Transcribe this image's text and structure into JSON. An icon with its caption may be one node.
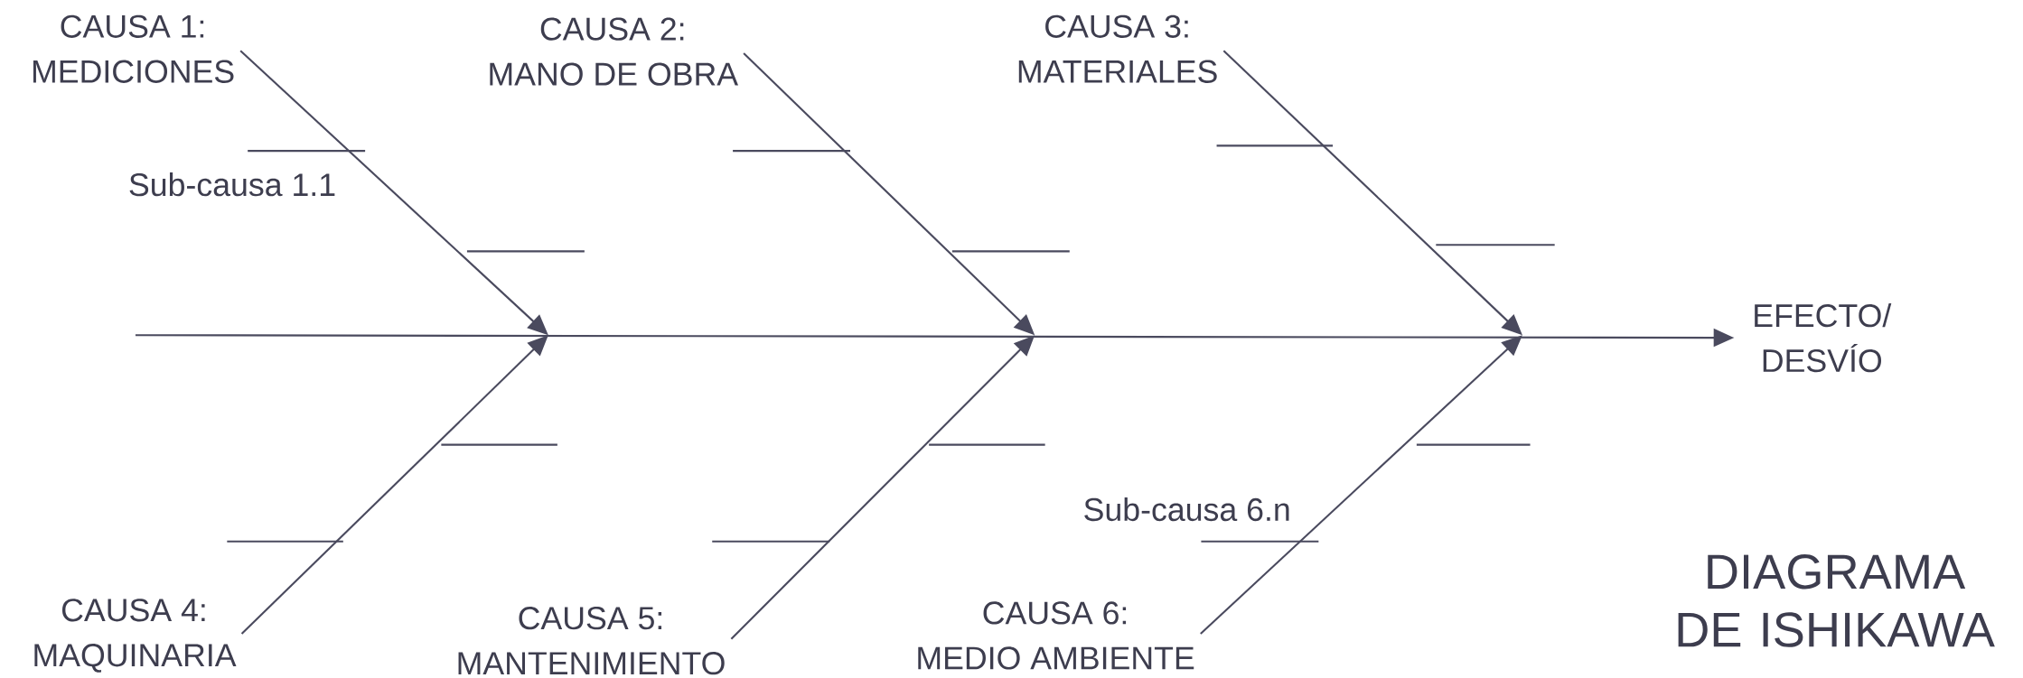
{
  "diagram": {
    "title": "DIAGRAMA DE ISHIKAWA",
    "nodes": [
      {
        "text": [
          "CAUSA 1:",
          "MEDICIONES"
        ]
      },
      {
        "text": [
          "CAUSA 2:",
          "MANO DE OBRA"
        ]
      },
      {
        "text": [
          "CAUSA 3:",
          "MATERIALES"
        ]
      },
      {
        "text": [
          "CAUSA 4:",
          "MAQUINARIA"
        ]
      },
      {
        "text": [
          "CAUSA 5:",
          "MANTENIMIENTO"
        ]
      },
      {
        "text": [
          "CAUSA 6:",
          "MEDIO AMBIENTE"
        ]
      },
      {
        "text": [
          "EFECTO/ DESVÍO"
        ]
      }
    ],
    "edges": [
      {
        "from": 0,
        "to": null,
        "arrow": "to"
      },
      {
        "from": 1,
        "to": null,
        "arrow": "to"
      },
      {
        "from": 2,
        "to": null,
        "arrow": "to"
      },
      {
        "from": 3,
        "to": null,
        "arrow": "to"
      },
      {
        "from": 4,
        "to": null,
        "arrow": "to"
      },
      {
        "from": 5,
        "to": null,
        "arrow": "to"
      },
      {
        "from": null,
        "to": 6,
        "arrow": "to"
      }
    ],
    "labels": [
      "Sub-causa 1.1",
      "Sub-causa 6.n"
    ]
  }
}
